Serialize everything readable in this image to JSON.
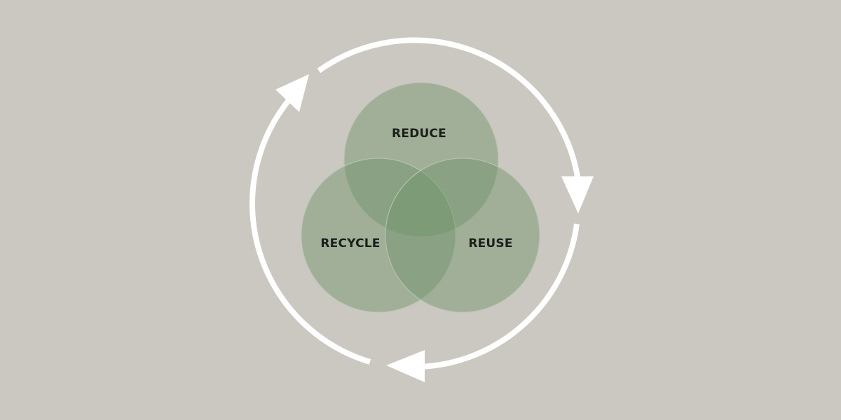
{
  "diagram": {
    "circles": [
      {
        "id": "reduce",
        "label": "REDUCE"
      },
      {
        "id": "reuse",
        "label": "REUSE"
      },
      {
        "id": "recycle",
        "label": "RECYCLE"
      }
    ],
    "cycle_arrows": 3
  },
  "colors": {
    "background": "#cbc7c1",
    "circle_fill": "#6f9369",
    "circle_stroke": "#b8c6b2",
    "arrow": "#ffffff",
    "label_text": "#1b1f1b"
  }
}
